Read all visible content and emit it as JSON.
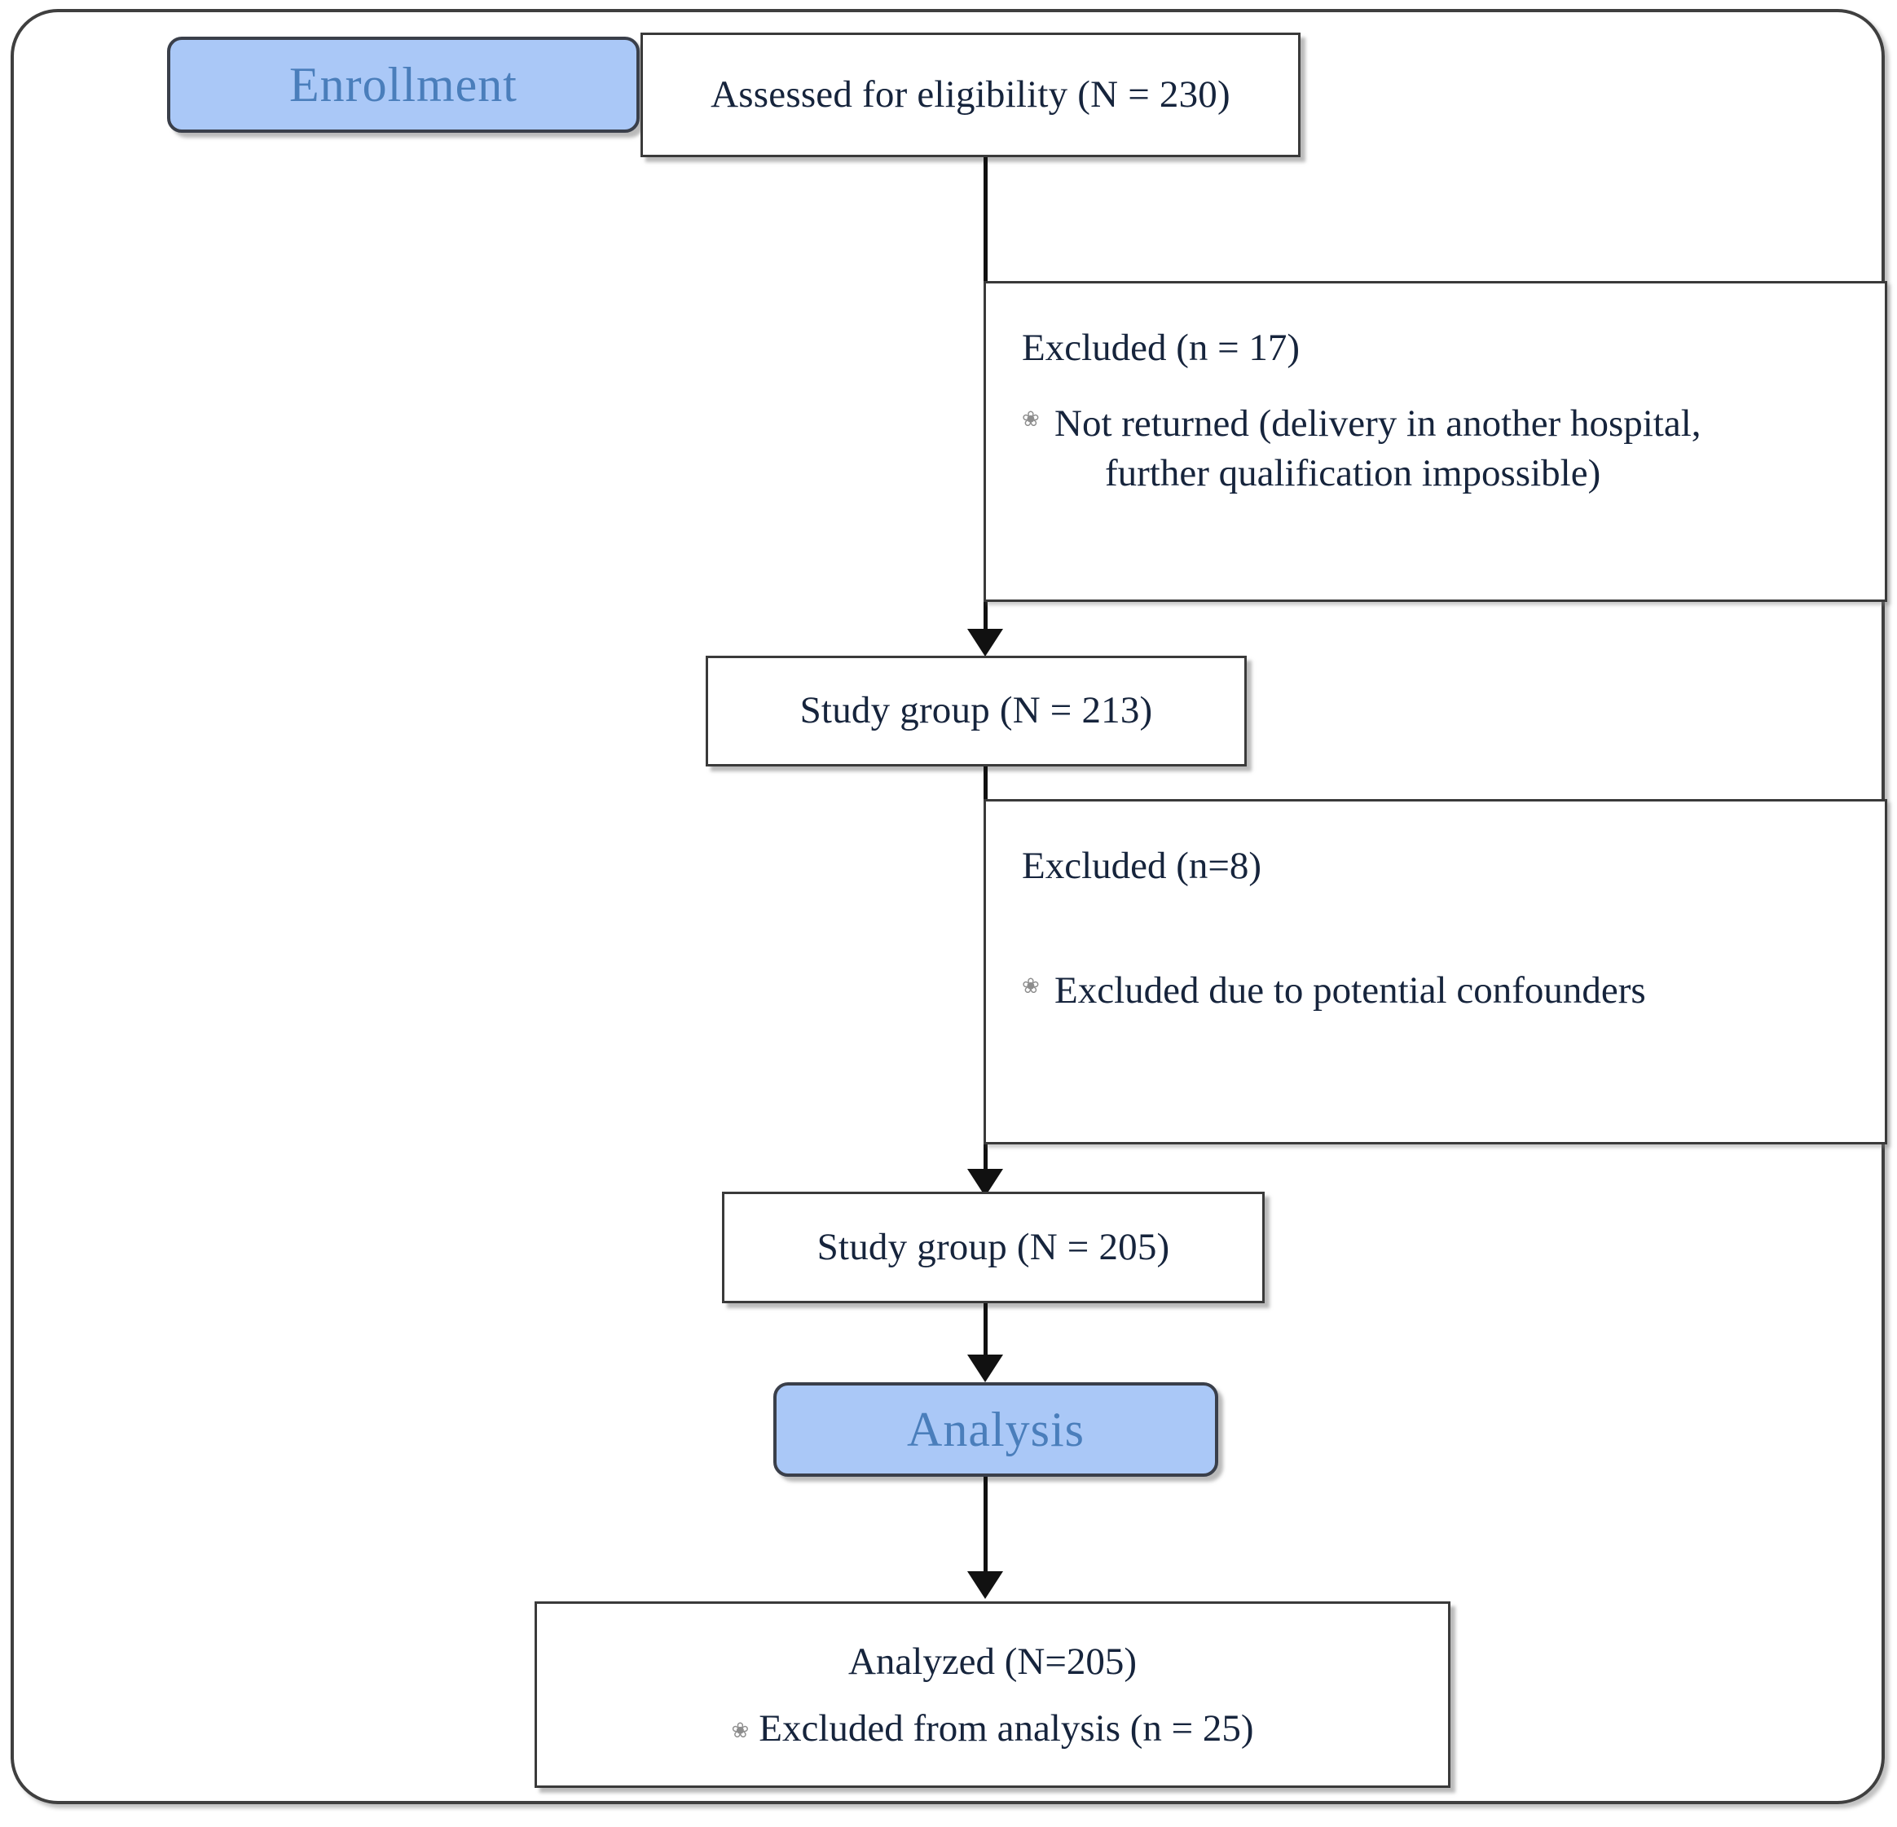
{
  "diagram": {
    "title": "Study flow diagram",
    "type": "flowchart",
    "accent_blue_fill": "#AAC8F7",
    "accent_blue_text": "#4A7EBB",
    "box_border_color": "#3A3A3A",
    "text_color": "#16243C",
    "bullet_glyph": "❀"
  },
  "stages": {
    "enrollment_label": "Enrollment",
    "analysis_label": "Analysis"
  },
  "nodes": {
    "assessed": {
      "text": "Assessed for eligibility (N = 230)",
      "n": 230
    },
    "excluded_1": {
      "heading": "Excluded (n = 17)",
      "n": 17,
      "items": [
        {
          "line1": "Not returned (delivery in another hospital,",
          "line2": "further qualification impossible)"
        }
      ]
    },
    "study_group_1": {
      "text": "Study group (N = 213)",
      "n": 213
    },
    "excluded_2": {
      "heading": "Excluded  (n=8)",
      "n": 8,
      "items": [
        {
          "line1": "Excluded due to potential confounders",
          "line2": ""
        }
      ]
    },
    "study_group_2": {
      "text": "Study group (N = 205)",
      "n": 205
    },
    "analyzed": {
      "line1": "Analyzed (N=205)",
      "line2": "Excluded from analysis (n = 25)",
      "n_analyzed": 205,
      "n_excluded": 25
    }
  }
}
